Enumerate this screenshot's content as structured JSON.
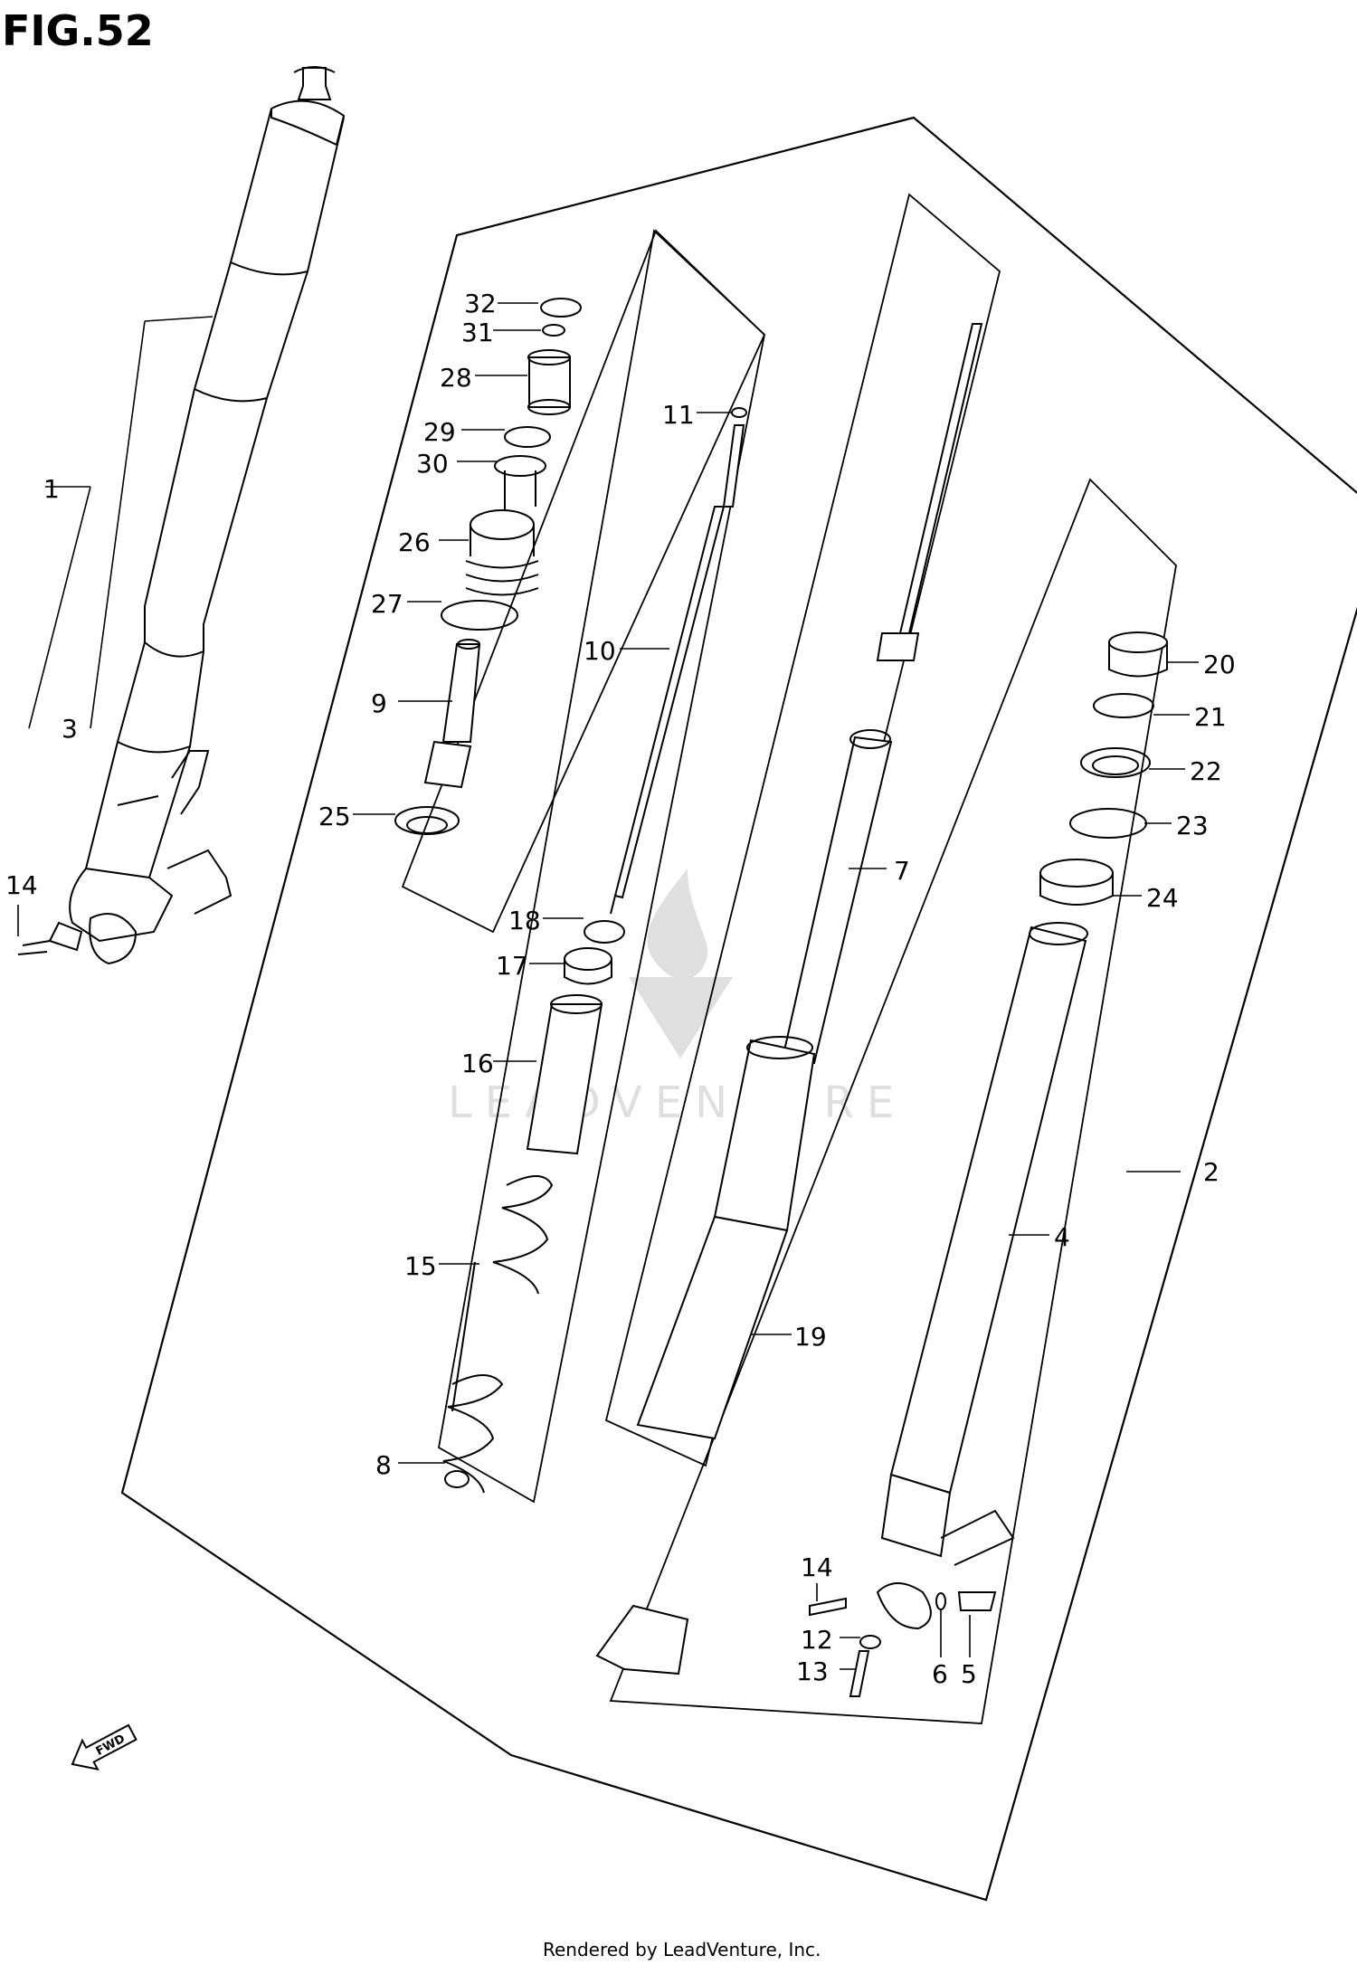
{
  "title": "FIG.52",
  "footer": "Rendered by LeadVenture, Inc.",
  "watermark": "LEADVENTURE",
  "direction_arrow": "FWD",
  "callouts": [
    {
      "id": "c1",
      "label": "1"
    },
    {
      "id": "c3",
      "label": "3"
    },
    {
      "id": "c14a",
      "label": "14"
    },
    {
      "id": "c32",
      "label": "32"
    },
    {
      "id": "c31",
      "label": "31"
    },
    {
      "id": "c28",
      "label": "28"
    },
    {
      "id": "c29",
      "label": "29"
    },
    {
      "id": "c30",
      "label": "30"
    },
    {
      "id": "c26",
      "label": "26"
    },
    {
      "id": "c27",
      "label": "27"
    },
    {
      "id": "c9",
      "label": "9"
    },
    {
      "id": "c25",
      "label": "25"
    },
    {
      "id": "c11",
      "label": "11"
    },
    {
      "id": "c10",
      "label": "10"
    },
    {
      "id": "c18",
      "label": "18"
    },
    {
      "id": "c17",
      "label": "17"
    },
    {
      "id": "c16",
      "label": "16"
    },
    {
      "id": "c15",
      "label": "15"
    },
    {
      "id": "c8",
      "label": "8"
    },
    {
      "id": "c7",
      "label": "7"
    },
    {
      "id": "c19",
      "label": "19"
    },
    {
      "id": "c20",
      "label": "20"
    },
    {
      "id": "c21",
      "label": "21"
    },
    {
      "id": "c22",
      "label": "22"
    },
    {
      "id": "c23",
      "label": "23"
    },
    {
      "id": "c24",
      "label": "24"
    },
    {
      "id": "c2",
      "label": "2"
    },
    {
      "id": "c4",
      "label": "4"
    },
    {
      "id": "c14b",
      "label": "14"
    },
    {
      "id": "c12",
      "label": "12"
    },
    {
      "id": "c13",
      "label": "13"
    },
    {
      "id": "c6",
      "label": "6"
    },
    {
      "id": "c5",
      "label": "5"
    }
  ]
}
